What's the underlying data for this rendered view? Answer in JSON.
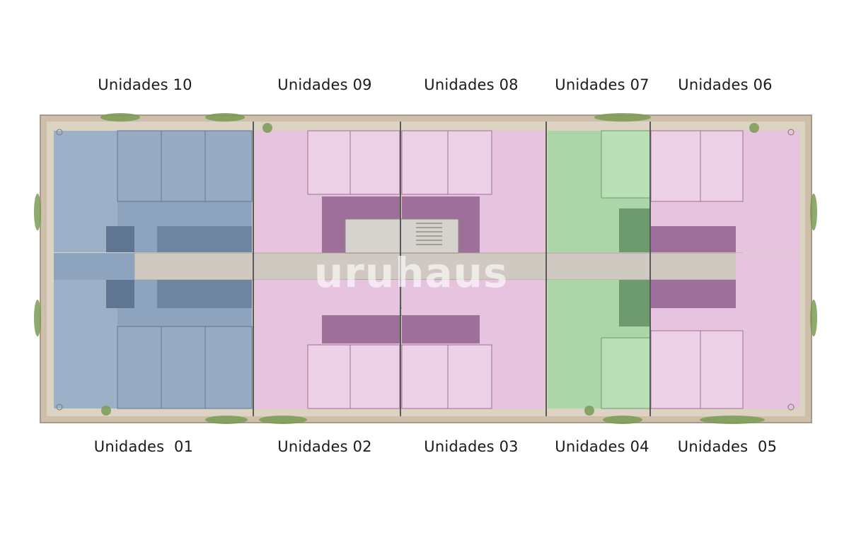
{
  "colors": {
    "border": "#cdbfa9",
    "corridor": "#cfc9c2",
    "blue_unit": "#8da3be",
    "blue_dark": "#5f7591",
    "pink_unit": "#e6c3de",
    "pink_dark": "#9e6f98",
    "green_unit": "#aad6a8",
    "green_dark": "#6d9b6f",
    "core": "#d6d2cd",
    "plant": "#7a9b55"
  },
  "top_labels": [
    {
      "unit": "blue",
      "text": "Unidades 10"
    },
    {
      "unit": "pink",
      "text": "Unidades 09"
    },
    {
      "unit": "pink",
      "text": "Unidades 08"
    },
    {
      "unit": "green",
      "text": "Unidades 07"
    },
    {
      "unit": "pink",
      "text": "Unidades 06"
    }
  ],
  "bottom_labels": [
    {
      "unit": "blue",
      "text": "Unidades  01"
    },
    {
      "unit": "pink",
      "text": "Unidades 02"
    },
    {
      "unit": "pink",
      "text": "Unidades 03"
    },
    {
      "unit": "green",
      "text": "Unidades 04"
    },
    {
      "unit": "pink",
      "text": "Unidades  05"
    }
  ],
  "watermark": "uruhaus"
}
